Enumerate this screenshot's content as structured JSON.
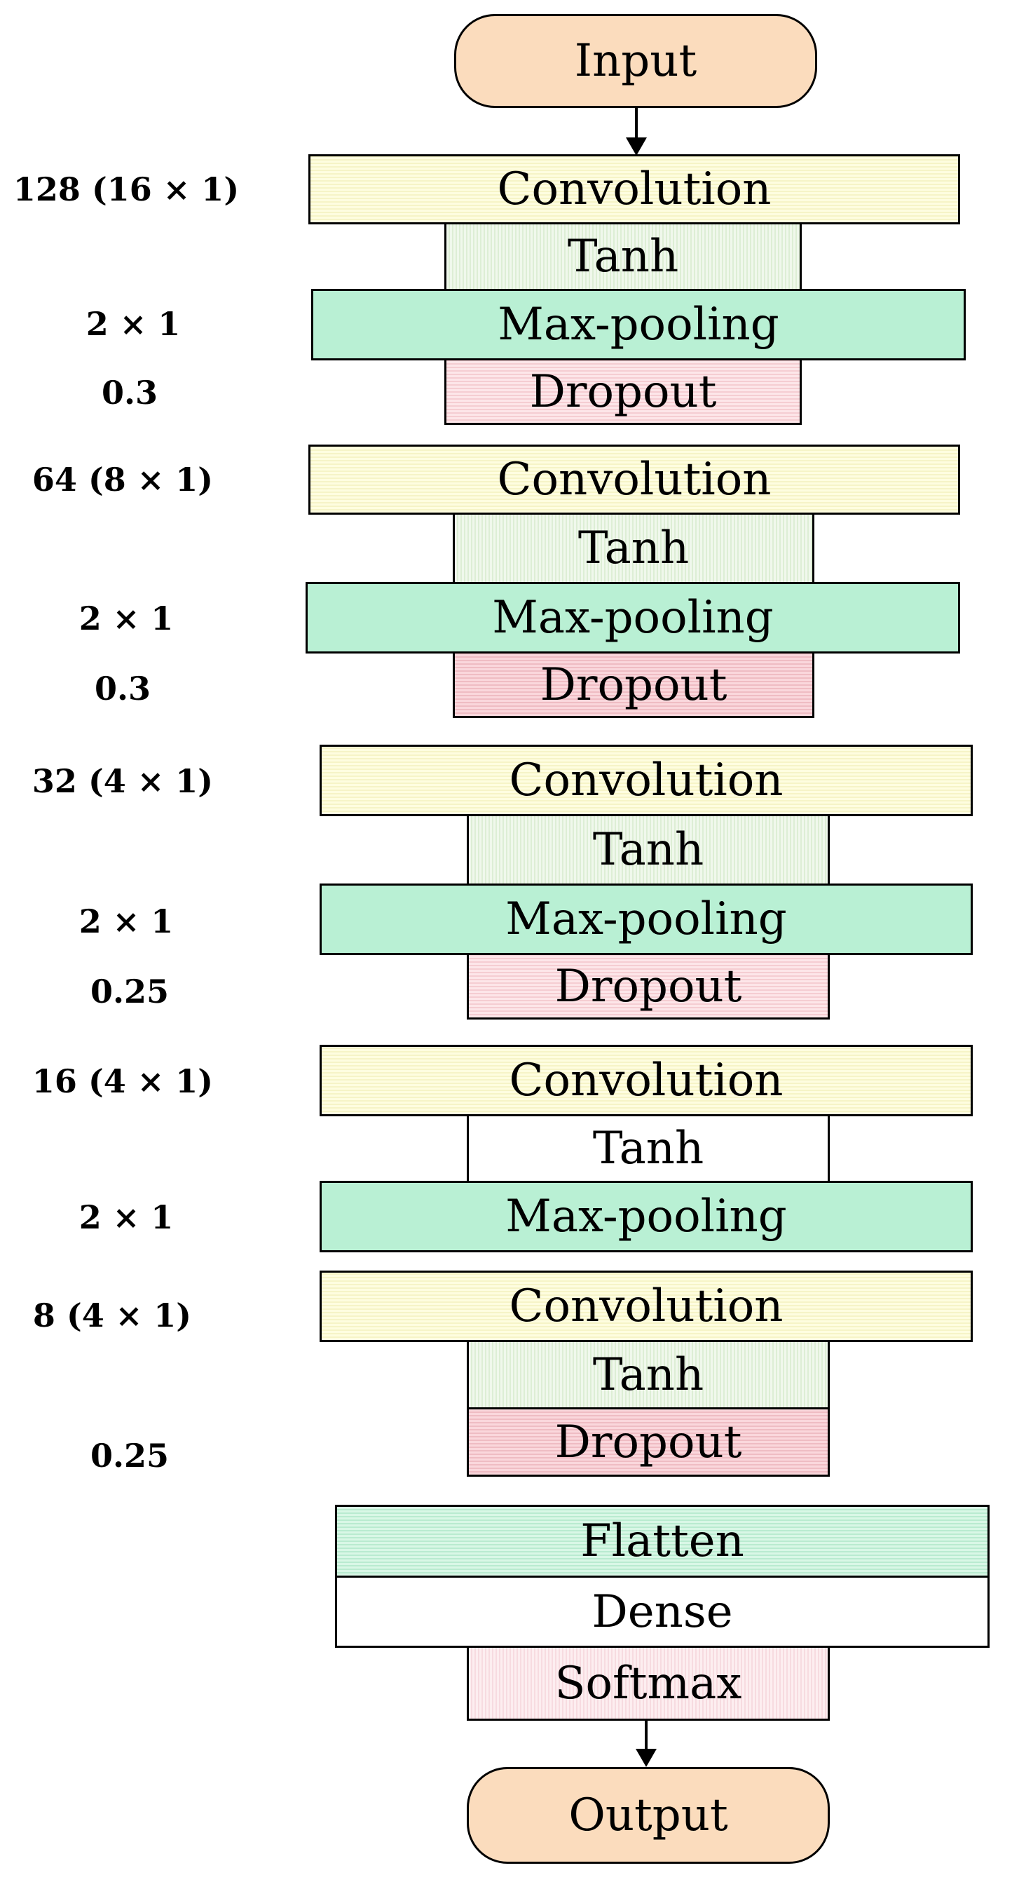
{
  "input": "Input",
  "output": "Output",
  "stages": [
    {
      "conv_params": "128 (16 × 1)",
      "pool_size": "2 × 1",
      "dropout_rate": "0.3",
      "layers": [
        "Convolution",
        "Tanh",
        "Max-pooling",
        "Dropout"
      ]
    },
    {
      "conv_params": "64 (8 × 1)",
      "pool_size": "2 × 1",
      "dropout_rate": "0.3",
      "layers": [
        "Convolution",
        "Tanh",
        "Max-pooling",
        "Dropout"
      ]
    },
    {
      "conv_params": "32 (4 × 1)",
      "pool_size": "2 × 1",
      "dropout_rate": "0.25",
      "layers": [
        "Convolution",
        "Tanh",
        "Max-pooling",
        "Dropout"
      ]
    },
    {
      "conv_params": "16 (4 × 1)",
      "pool_size": "2 × 1",
      "layers": [
        "Convolution",
        "Tanh",
        "Max-pooling"
      ]
    },
    {
      "conv_params": "8 (4 × 1)",
      "dropout_rate": "0.25",
      "layers": [
        "Convolution",
        "Tanh",
        "Dropout"
      ]
    }
  ],
  "head": [
    "Flatten",
    "Dense",
    "Softmax"
  ],
  "colors": {
    "io": "#fbdcbd",
    "convolution": "#fefde0",
    "tanh": "#e8f4e2",
    "max_pooling": "#b9f0d4",
    "dropout": "#fde6e9",
    "flatten": "#d0f3df"
  }
}
